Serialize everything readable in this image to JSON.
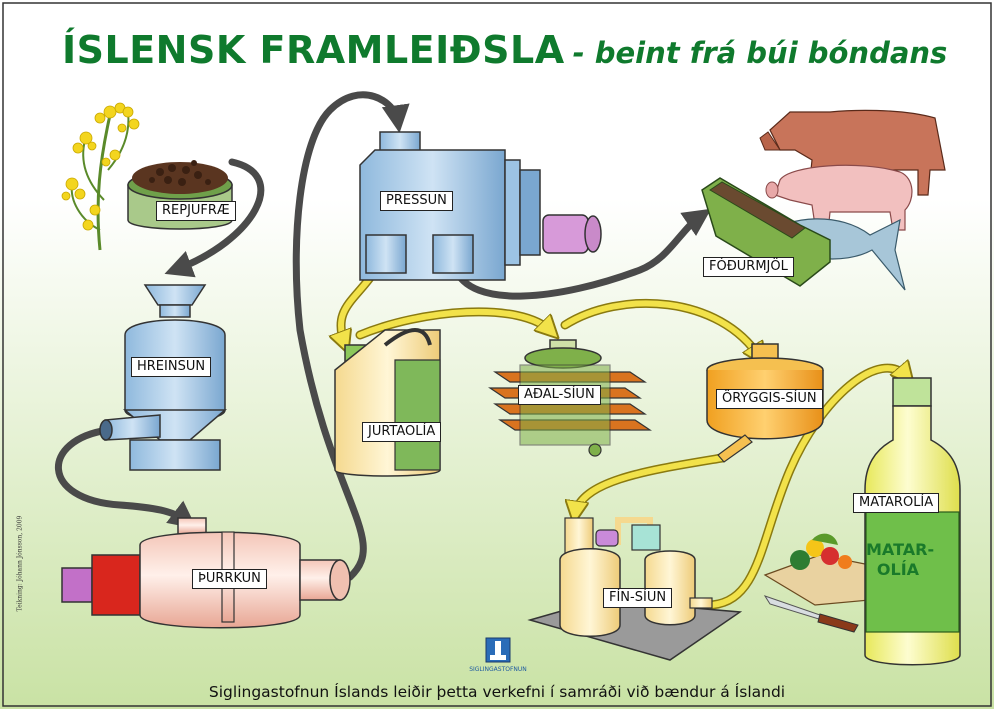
{
  "title": {
    "main": "ÍSLENSK FRAMLEIÐSLA",
    "subtitle": "- beint frá búi bóndans"
  },
  "stages": {
    "repjufrae": "REPJUFRÆ",
    "hreinsun": "HREINSUN",
    "thurrkun": "ÞURRKUN",
    "pressun": "PRESSUN",
    "fodurmjol": "FÓÐURMJÖL",
    "jurtaolia": "JURTAOLÍA",
    "adal_siun": "AÐAL-SÍUN",
    "oryggis_siun": "ÖRYGGIS-SÍUN",
    "fin_siun": "FÍN-SÍUN",
    "matarolia": "MATAROLÍA"
  },
  "bottle_label": {
    "line1": "MATAR-",
    "line2": "OLÍA"
  },
  "footer": "Siglingastofnun Íslands leiðir þetta verkefni í samráði við bændur á Íslandi",
  "credit": "Teikning: Jóhann Jónsson, 2009",
  "logo_text": "SIGLINGASTOFNUN",
  "colors": {
    "title_green": "#0f7a2d",
    "flow_arrow": "#4a4a4a",
    "oil_arrow": "#f2e24a",
    "background_top": "#ffffff",
    "background_bottom": "#c9e2a4"
  }
}
